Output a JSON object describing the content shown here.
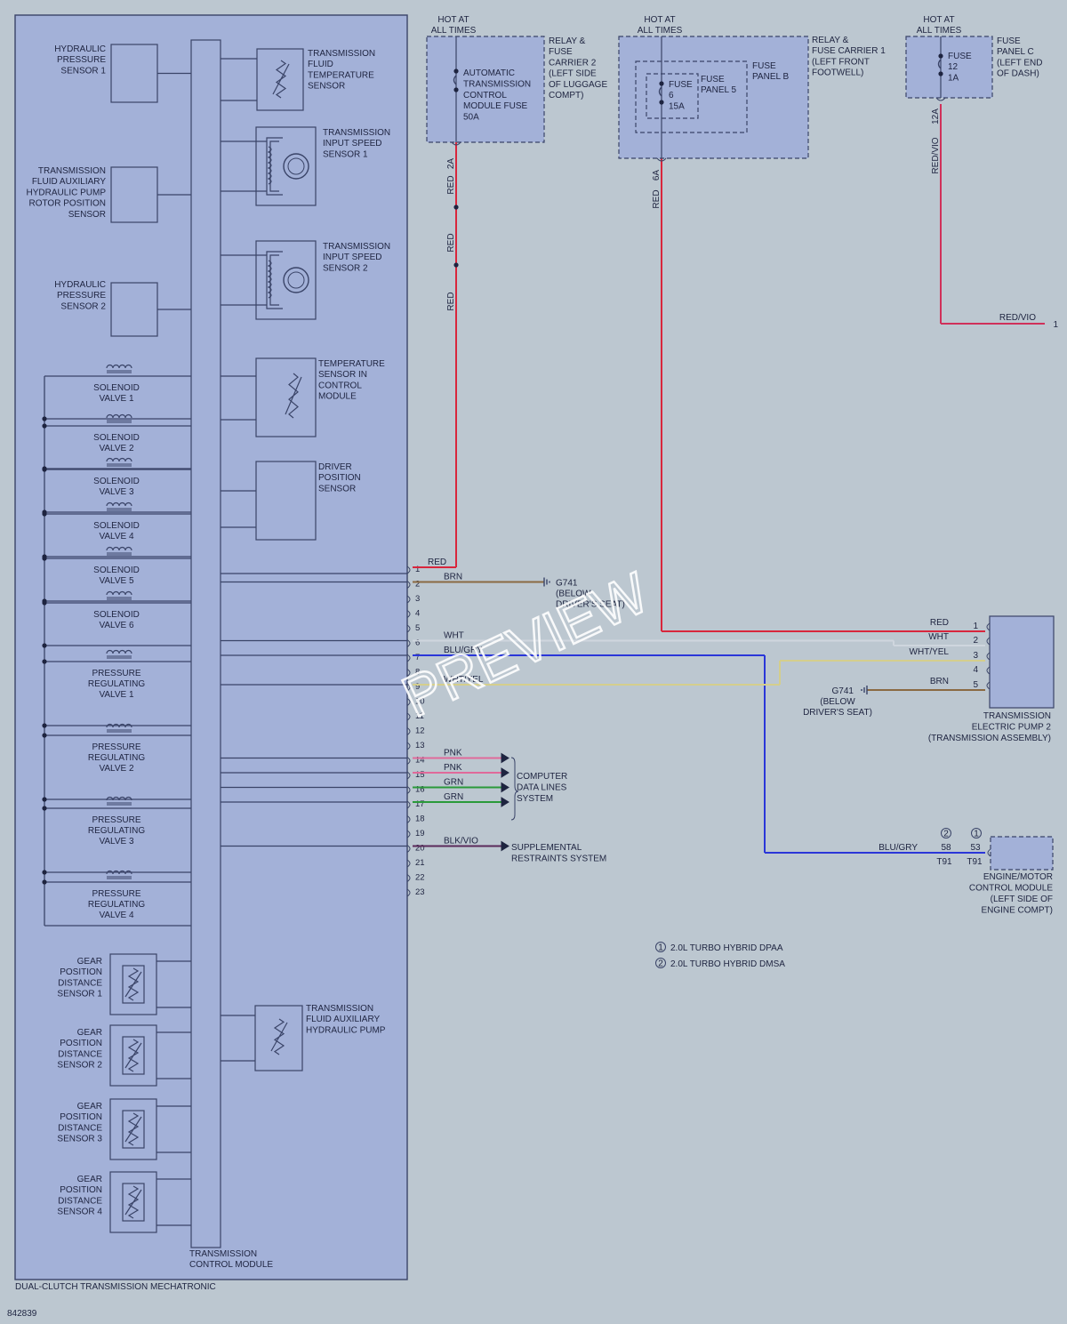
{
  "diagram_id": "842839",
  "watermark": "PREVIEW",
  "mechatronic": {
    "title": "DUAL-CLUTCH TRANSMISSION MECHATRONIC",
    "tcm_label": [
      "TRANSMISSION",
      "CONTROL MODULE"
    ]
  },
  "left_components": [
    {
      "label": [
        "HYDRAULIC",
        "PRESSURE",
        "SENSOR 1"
      ]
    },
    {
      "label": [
        "TRANSMISSION",
        "FLUID AUXILIARY",
        "HYDRAULIC PUMP",
        "ROTOR POSITION",
        "SENSOR"
      ]
    },
    {
      "label": [
        "HYDRAULIC",
        "PRESSURE",
        "SENSOR 2"
      ]
    }
  ],
  "valves": [
    {
      "label": [
        "SOLENOID",
        "VALVE 1"
      ]
    },
    {
      "label": [
        "SOLENOID",
        "VALVE 2"
      ]
    },
    {
      "label": [
        "SOLENOID",
        "VALVE 3"
      ]
    },
    {
      "label": [
        "SOLENOID",
        "VALVE 4"
      ]
    },
    {
      "label": [
        "SOLENOID",
        "VALVE 5"
      ]
    },
    {
      "label": [
        "SOLENOID",
        "VALVE 6"
      ]
    },
    {
      "label": [
        "PRESSURE",
        "REGULATING",
        "VALVE 1"
      ]
    },
    {
      "label": [
        "PRESSURE",
        "REGULATING",
        "VALVE 2"
      ]
    },
    {
      "label": [
        "PRESSURE",
        "REGULATING",
        "VALVE 3"
      ]
    },
    {
      "label": [
        "PRESSURE",
        "REGULATING",
        "VALVE 4"
      ]
    }
  ],
  "gear_sensors": [
    {
      "label": [
        "GEAR",
        "POSITION",
        "DISTANCE",
        "SENSOR 1"
      ]
    },
    {
      "label": [
        "GEAR",
        "POSITION",
        "DISTANCE",
        "SENSOR 2"
      ]
    },
    {
      "label": [
        "GEAR",
        "POSITION",
        "DISTANCE",
        "SENSOR 3"
      ]
    },
    {
      "label": [
        "GEAR",
        "POSITION",
        "DISTANCE",
        "SENSOR 4"
      ]
    }
  ],
  "right_components": [
    {
      "kind": "thermistor",
      "label": [
        "TRANSMISSION",
        "FLUID",
        "TEMPERATURE",
        "SENSOR"
      ]
    },
    {
      "kind": "speed",
      "label": [
        "TRANSMISSION",
        "INPUT SPEED",
        "SENSOR 1"
      ]
    },
    {
      "kind": "speed",
      "label": [
        "TRANSMISSION",
        "INPUT SPEED",
        "SENSOR 2"
      ]
    },
    {
      "kind": "thermistor",
      "label": [
        "TEMPERATURE",
        "SENSOR IN",
        "CONTROL",
        "MODULE"
      ]
    },
    {
      "kind": "box",
      "label": [
        "DRIVER",
        "POSITION",
        "SENSOR"
      ]
    },
    {
      "kind": "pump",
      "label": [
        "TRANSMISSION",
        "FLUID AUXILIARY",
        "HYDRAULIC PUMP"
      ]
    }
  ],
  "connector_pins": [
    "1",
    "2",
    "3",
    "4",
    "5",
    "6",
    "7",
    "8",
    "9",
    "10",
    "11",
    "12",
    "13",
    "14",
    "15",
    "16",
    "17",
    "18",
    "19",
    "20",
    "21",
    "22",
    "23"
  ],
  "wire_labels": {
    "p1": "RED",
    "p2": "BRN",
    "p6": "WHT",
    "p7": "BLU/GRY",
    "p9": "WHT/YEL",
    "p14": "PNK",
    "p15": "PNK",
    "p16": "GRN",
    "p17": "GRN",
    "p20": "BLK/VIO"
  },
  "relay2": {
    "hot": [
      "HOT AT",
      "ALL TIMES"
    ],
    "label": [
      "RELAY &",
      "FUSE",
      "CARRIER 2",
      "(LEFT SIDE",
      "OF LUGGAGE",
      "COMPT)"
    ],
    "fuse_label": [
      "AUTOMATIC",
      "TRANSMISSION",
      "CONTROL",
      "MODULE FUSE",
      "50A"
    ],
    "circuit": "2A",
    "wire": "RED"
  },
  "relay1": {
    "hot": [
      "HOT AT",
      "ALL TIMES"
    ],
    "label": [
      "RELAY &",
      "FUSE CARRIER 1",
      "(LEFT FRONT",
      "FOOTWELL)"
    ],
    "panel_b": [
      "FUSE",
      "PANEL B"
    ],
    "panel5": [
      "FUSE",
      "PANEL 5"
    ],
    "fuse": [
      "FUSE",
      "6",
      "15A"
    ],
    "circuit": "6A",
    "wire": "RED"
  },
  "fuse_c": {
    "hot": [
      "HOT AT",
      "ALL TIMES"
    ],
    "label": [
      "FUSE",
      "PANEL C",
      "(LEFT END",
      "OF DASH)"
    ],
    "fuse": [
      "FUSE",
      "12",
      "1A"
    ],
    "circuit": "12A",
    "wire": "RED/VIO",
    "ref": "1"
  },
  "ground1": {
    "name": "G741",
    "loc": [
      "(BELOW",
      "DRIVER'S SEAT)"
    ]
  },
  "ground2": {
    "name": "G741",
    "loc": [
      "(BELOW",
      "DRIVER'S SEAT)"
    ]
  },
  "pump2": {
    "label": [
      "TRANSMISSION",
      "ELECTRIC PUMP 2",
      "(TRANSMISSION ASSEMBLY)"
    ],
    "pins": [
      {
        "num": "1",
        "wire": "RED"
      },
      {
        "num": "2",
        "wire": "WHT"
      },
      {
        "num": "3",
        "wire": "WHT/YEL"
      },
      {
        "num": "4",
        "wire": ""
      },
      {
        "num": "5",
        "wire": "BRN"
      }
    ]
  },
  "ecm": {
    "label": [
      "ENGINE/MOTOR",
      "CONTROL MODULE",
      "(LEFT SIDE OF",
      "ENGINE COMPT)"
    ],
    "wire": "BLU/GRY",
    "pin_a": {
      "note": "2",
      "num": "58",
      "conn": "T91"
    },
    "pin_b": {
      "note": "1",
      "num": "53",
      "conn": "T91"
    }
  },
  "data_lines": [
    "COMPUTER",
    "DATA LINES",
    "SYSTEM"
  ],
  "srs": [
    "SUPPLEMENTAL",
    "RESTRAINTS SYSTEM"
  ],
  "notes": [
    {
      "num": "1",
      "text": "2.0L TURBO HYBRID DPAA"
    },
    {
      "num": "2",
      "text": "2.0L TURBO HYBRID DMSA"
    }
  ],
  "colors": {
    "background": "#bcc7d0",
    "module_fill": "#a3b1d8",
    "line": "#3a4468",
    "red": "#d8263c",
    "brown": "#8a6a42",
    "white_wire": "#cfd6de",
    "blue": "#2a36d8",
    "white_yellow": "#d4ce8c",
    "pink": "#e06a9a",
    "green": "#2a9a3a",
    "black_violet": "#5a2a5a",
    "red_violet": "#d0305a"
  }
}
